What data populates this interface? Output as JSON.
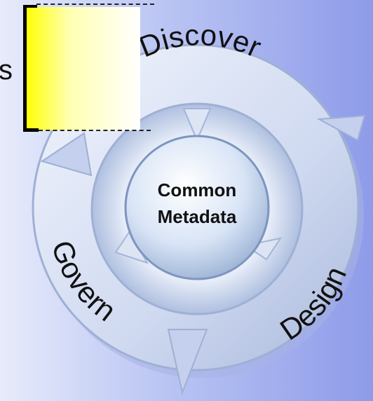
{
  "diagram": {
    "stages": [
      "Discover",
      "Design",
      "Govern"
    ],
    "center": {
      "line1": "Common",
      "line2": "Metadata"
    },
    "partial_label": "s"
  },
  "colors": {
    "background_left": "#e7ebfb",
    "background_right": "#8e9be9",
    "ring_light": "#dce4f6",
    "ring_dark": "#9fb0d4",
    "hub_light": "#f4f8ff",
    "hub_dark": "#8ea7cc",
    "highlight_box": "#ffff00"
  }
}
